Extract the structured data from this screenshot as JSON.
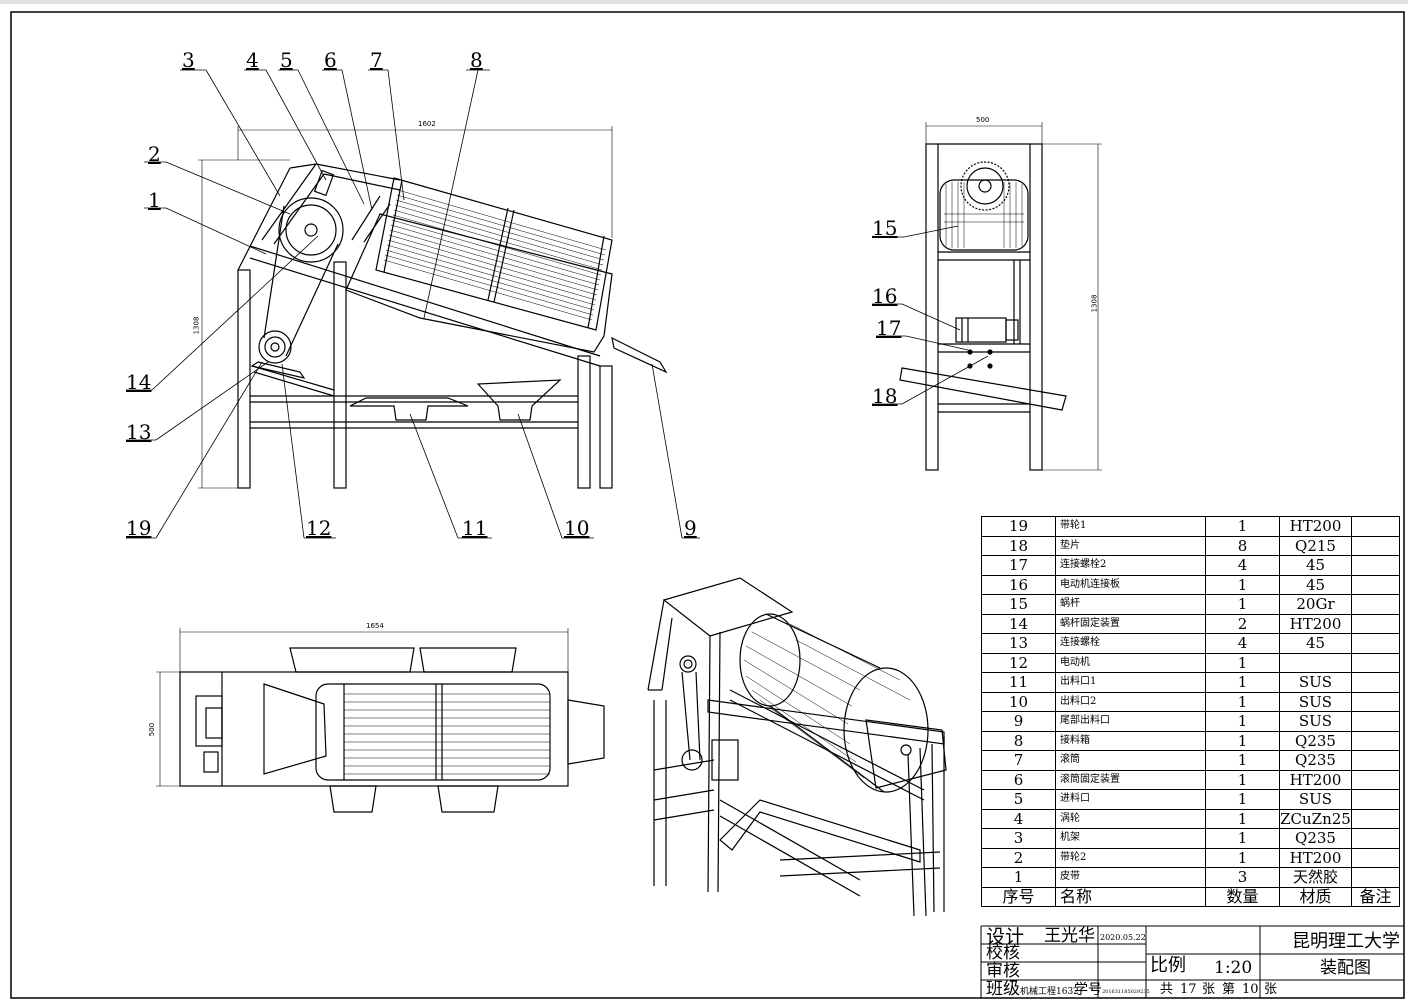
{
  "callouts": [
    "1",
    "2",
    "3",
    "4",
    "5",
    "6",
    "7",
    "8",
    "9",
    "10",
    "11",
    "12",
    "13",
    "14",
    "15",
    "16",
    "17",
    "18",
    "19"
  ],
  "dimensions": {
    "front_width": "1602",
    "front_height": "1308",
    "side_width": "500",
    "side_height": "1308",
    "top_width": "1654",
    "top_height": "500"
  },
  "bom": {
    "rows": [
      {
        "no": "19",
        "name": "带轮1",
        "qty": "1",
        "material": "HT200",
        "note": ""
      },
      {
        "no": "18",
        "name": "垫片",
        "qty": "8",
        "material": "Q215",
        "note": ""
      },
      {
        "no": "17",
        "name": "连接螺栓2",
        "qty": "4",
        "material": "45",
        "note": ""
      },
      {
        "no": "16",
        "name": "电动机连接板",
        "qty": "1",
        "material": "45",
        "note": ""
      },
      {
        "no": "15",
        "name": "蜗杆",
        "qty": "1",
        "material": "20Gr",
        "note": ""
      },
      {
        "no": "14",
        "name": "蜗杆固定装置",
        "qty": "2",
        "material": "HT200",
        "note": ""
      },
      {
        "no": "13",
        "name": "连接螺栓",
        "qty": "4",
        "material": "45",
        "note": ""
      },
      {
        "no": "12",
        "name": "电动机",
        "qty": "1",
        "material": "",
        "note": ""
      },
      {
        "no": "11",
        "name": "出料口1",
        "qty": "1",
        "material": "SUS",
        "note": ""
      },
      {
        "no": "10",
        "name": "出料口2",
        "qty": "1",
        "material": "SUS",
        "note": ""
      },
      {
        "no": "9",
        "name": "尾部出料口",
        "qty": "1",
        "material": "SUS",
        "note": ""
      },
      {
        "no": "8",
        "name": "接料箱",
        "qty": "1",
        "material": "Q235",
        "note": ""
      },
      {
        "no": "7",
        "name": "滚筒",
        "qty": "1",
        "material": "Q235",
        "note": ""
      },
      {
        "no": "6",
        "name": "滚筒固定装置",
        "qty": "1",
        "material": "HT200",
        "note": ""
      },
      {
        "no": "5",
        "name": "进料口",
        "qty": "1",
        "material": "SUS",
        "note": ""
      },
      {
        "no": "4",
        "name": "涡轮",
        "qty": "1",
        "material": "ZCuZn25",
        "note": ""
      },
      {
        "no": "3",
        "name": "机架",
        "qty": "1",
        "material": "Q235",
        "note": ""
      },
      {
        "no": "2",
        "name": "带轮2",
        "qty": "1",
        "material": "HT200",
        "note": ""
      },
      {
        "no": "1",
        "name": "皮带",
        "qty": "3",
        "material": "天然胶",
        "note": ""
      }
    ],
    "header": {
      "no": "序号",
      "name": "名称",
      "qty": "数量",
      "material": "材质",
      "note": "备注"
    }
  },
  "title_block": {
    "design_label": "设计",
    "designer": "王光华",
    "date": "2020.05.22",
    "check_label": "校核",
    "review_label": "审核",
    "class_label": "班级",
    "class_value": "机械工程1632",
    "student_id_label": "学号",
    "student_id": "201631185029235",
    "university": "昆明理工大学",
    "scale_label": "比例",
    "scale": "1:20",
    "drawing_name": "装配图",
    "sheet_total_prefix": "共",
    "sheet_total": "17",
    "sheet_unit": "张",
    "sheet_no_prefix": "第",
    "sheet_no": "10",
    "sheet_unit2": "张"
  }
}
